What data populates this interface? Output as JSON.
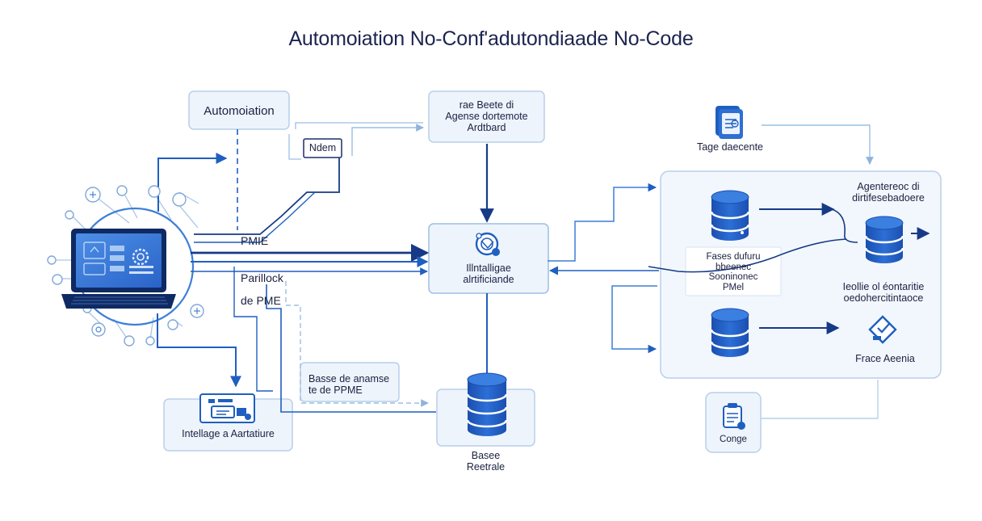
{
  "title": "Automoiation No-Conf'adutondiaade No-Code",
  "nodes": {
    "automation_box": "Automoiation",
    "ndem_box": "Ndem",
    "agent_top_box": [
      "rae Beete di",
      "Agense dortemote",
      "Ardtbard"
    ],
    "pmie_label": "PMIE",
    "partick_label": "Parillock",
    "de_pme_label": "de PME",
    "ai_center_box": [
      "Illntalligae",
      "alrtificiande"
    ],
    "base_pme_box": [
      "Basse de anamse",
      "te de PPME"
    ],
    "intelligence_box": "Intellage a Aartatiure",
    "base_center": [
      "Basee",
      "Reetrale"
    ],
    "tag_label": "Tage daecente",
    "agent_right_label": [
      "Agentereoc di",
      "dirtifesebadoere"
    ],
    "bases_box": [
      "Fases dufuru",
      "bbeenec",
      "Sooninonec",
      "PMel"
    ],
    "right_mid_label": [
      "Ieollie ol éontaritie",
      "oedohercitintaoce"
    ],
    "frace_label": "Frace Aeenia",
    "conge_label": "Conge"
  },
  "colors": {
    "primary": "#1f5fc0",
    "navy": "#173a86",
    "box_fill": "#eef4fc",
    "box_border": "#b9cfe9",
    "light_line": "#9cbfe3"
  },
  "icons": [
    "laptop-icon",
    "database-icon",
    "document-icon",
    "gear-icon",
    "network-icon",
    "ai-brain-icon",
    "stack-icon",
    "clipboard-icon",
    "checklist-icon"
  ]
}
